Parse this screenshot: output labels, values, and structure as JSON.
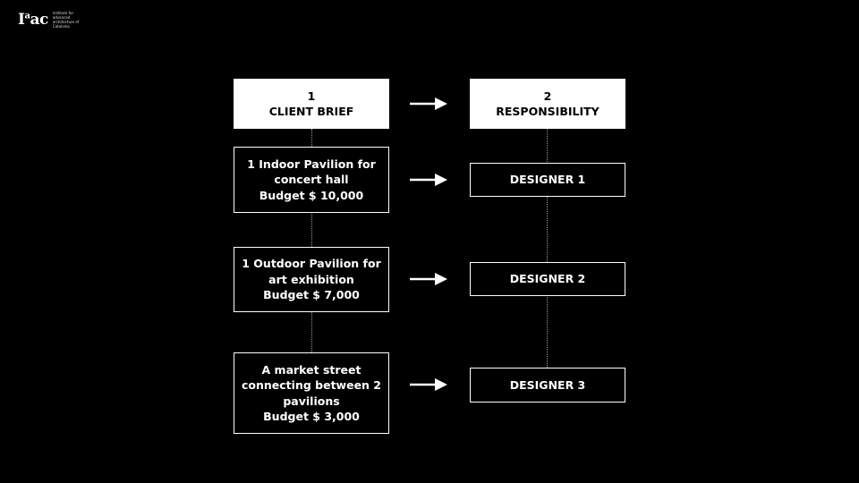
{
  "logo": {
    "mark": "IaaC",
    "text": "institute for advanced architecture of Catalonia"
  },
  "headers": {
    "brief": {
      "number": "1",
      "label": "CLIENT BRIEF"
    },
    "responsibility": {
      "number": "2",
      "label": "RESPONSIBILITY"
    }
  },
  "rows": [
    {
      "brief_lines": [
        "1 Indoor Pavilion for",
        "concert hall",
        "Budget $ 10,000"
      ],
      "designer": "DESIGNER 1"
    },
    {
      "brief_lines": [
        "1 Outdoor Pavilion for",
        "art exhibition",
        "Budget $ 7,000"
      ],
      "designer": "DESIGNER 2"
    },
    {
      "brief_lines": [
        "A market street",
        "connecting between 2",
        "pavilions",
        "Budget $ 3,000"
      ],
      "designer": "DESIGNER 3"
    }
  ]
}
